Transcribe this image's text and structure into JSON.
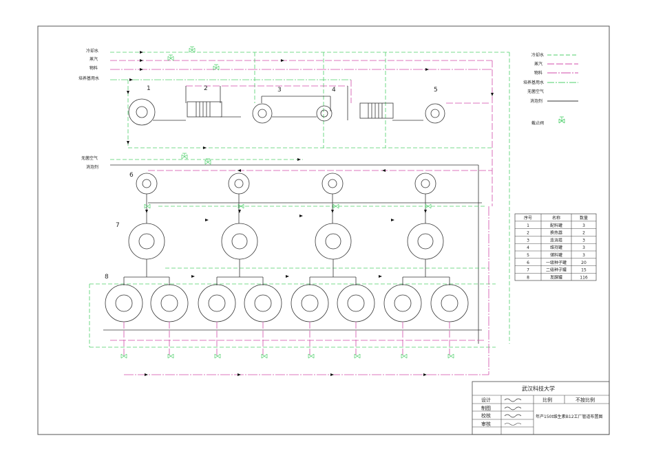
{
  "legend_left": {
    "cooling_water": "冷却水",
    "steam": "蒸汽",
    "material": "物料",
    "sterile_water": "培养基用水",
    "sterile_air": "无菌空气",
    "defoamer": "消泡剂"
  },
  "legend_right": {
    "cooling_water": "冷却水",
    "steam": "蒸汽",
    "material": "物料",
    "sterile_water": "培养基用水",
    "sterile_air": "无菌空气",
    "defoamer": "消泡剂",
    "valve": "截止阀"
  },
  "labels": {
    "n1": "1",
    "n2": "2",
    "n3": "3",
    "n4": "4",
    "n5": "5",
    "n6": "6",
    "n7": "7",
    "n8": "8"
  },
  "colors": {
    "cooling": "#4ccf6a",
    "steam": "#d14aa8",
    "material": "#d14aa8",
    "sterile_water": "#4ccf6a",
    "line": "#333333"
  },
  "equipment_table": {
    "headers": [
      "序号",
      "名称",
      "数量"
    ],
    "rows": [
      [
        "1",
        "配料罐",
        "3"
      ],
      [
        "2",
        "换热器",
        "2"
      ],
      [
        "3",
        "连消塔",
        "3"
      ],
      [
        "4",
        "维持罐",
        "3"
      ],
      [
        "5",
        "储料罐",
        "3"
      ],
      [
        "6",
        "一级种子罐",
        "20"
      ],
      [
        "7",
        "二级种子罐",
        "15"
      ],
      [
        "8",
        "发酵罐",
        "116"
      ]
    ]
  },
  "title_block": {
    "school": "武汉科技大学",
    "design": "设计",
    "drawing": "制图",
    "check": "校核",
    "review": "审核",
    "scale_label": "比例",
    "scale_value": "不按比例",
    "title": "年产150t维生素B12工厂管道布置图"
  }
}
